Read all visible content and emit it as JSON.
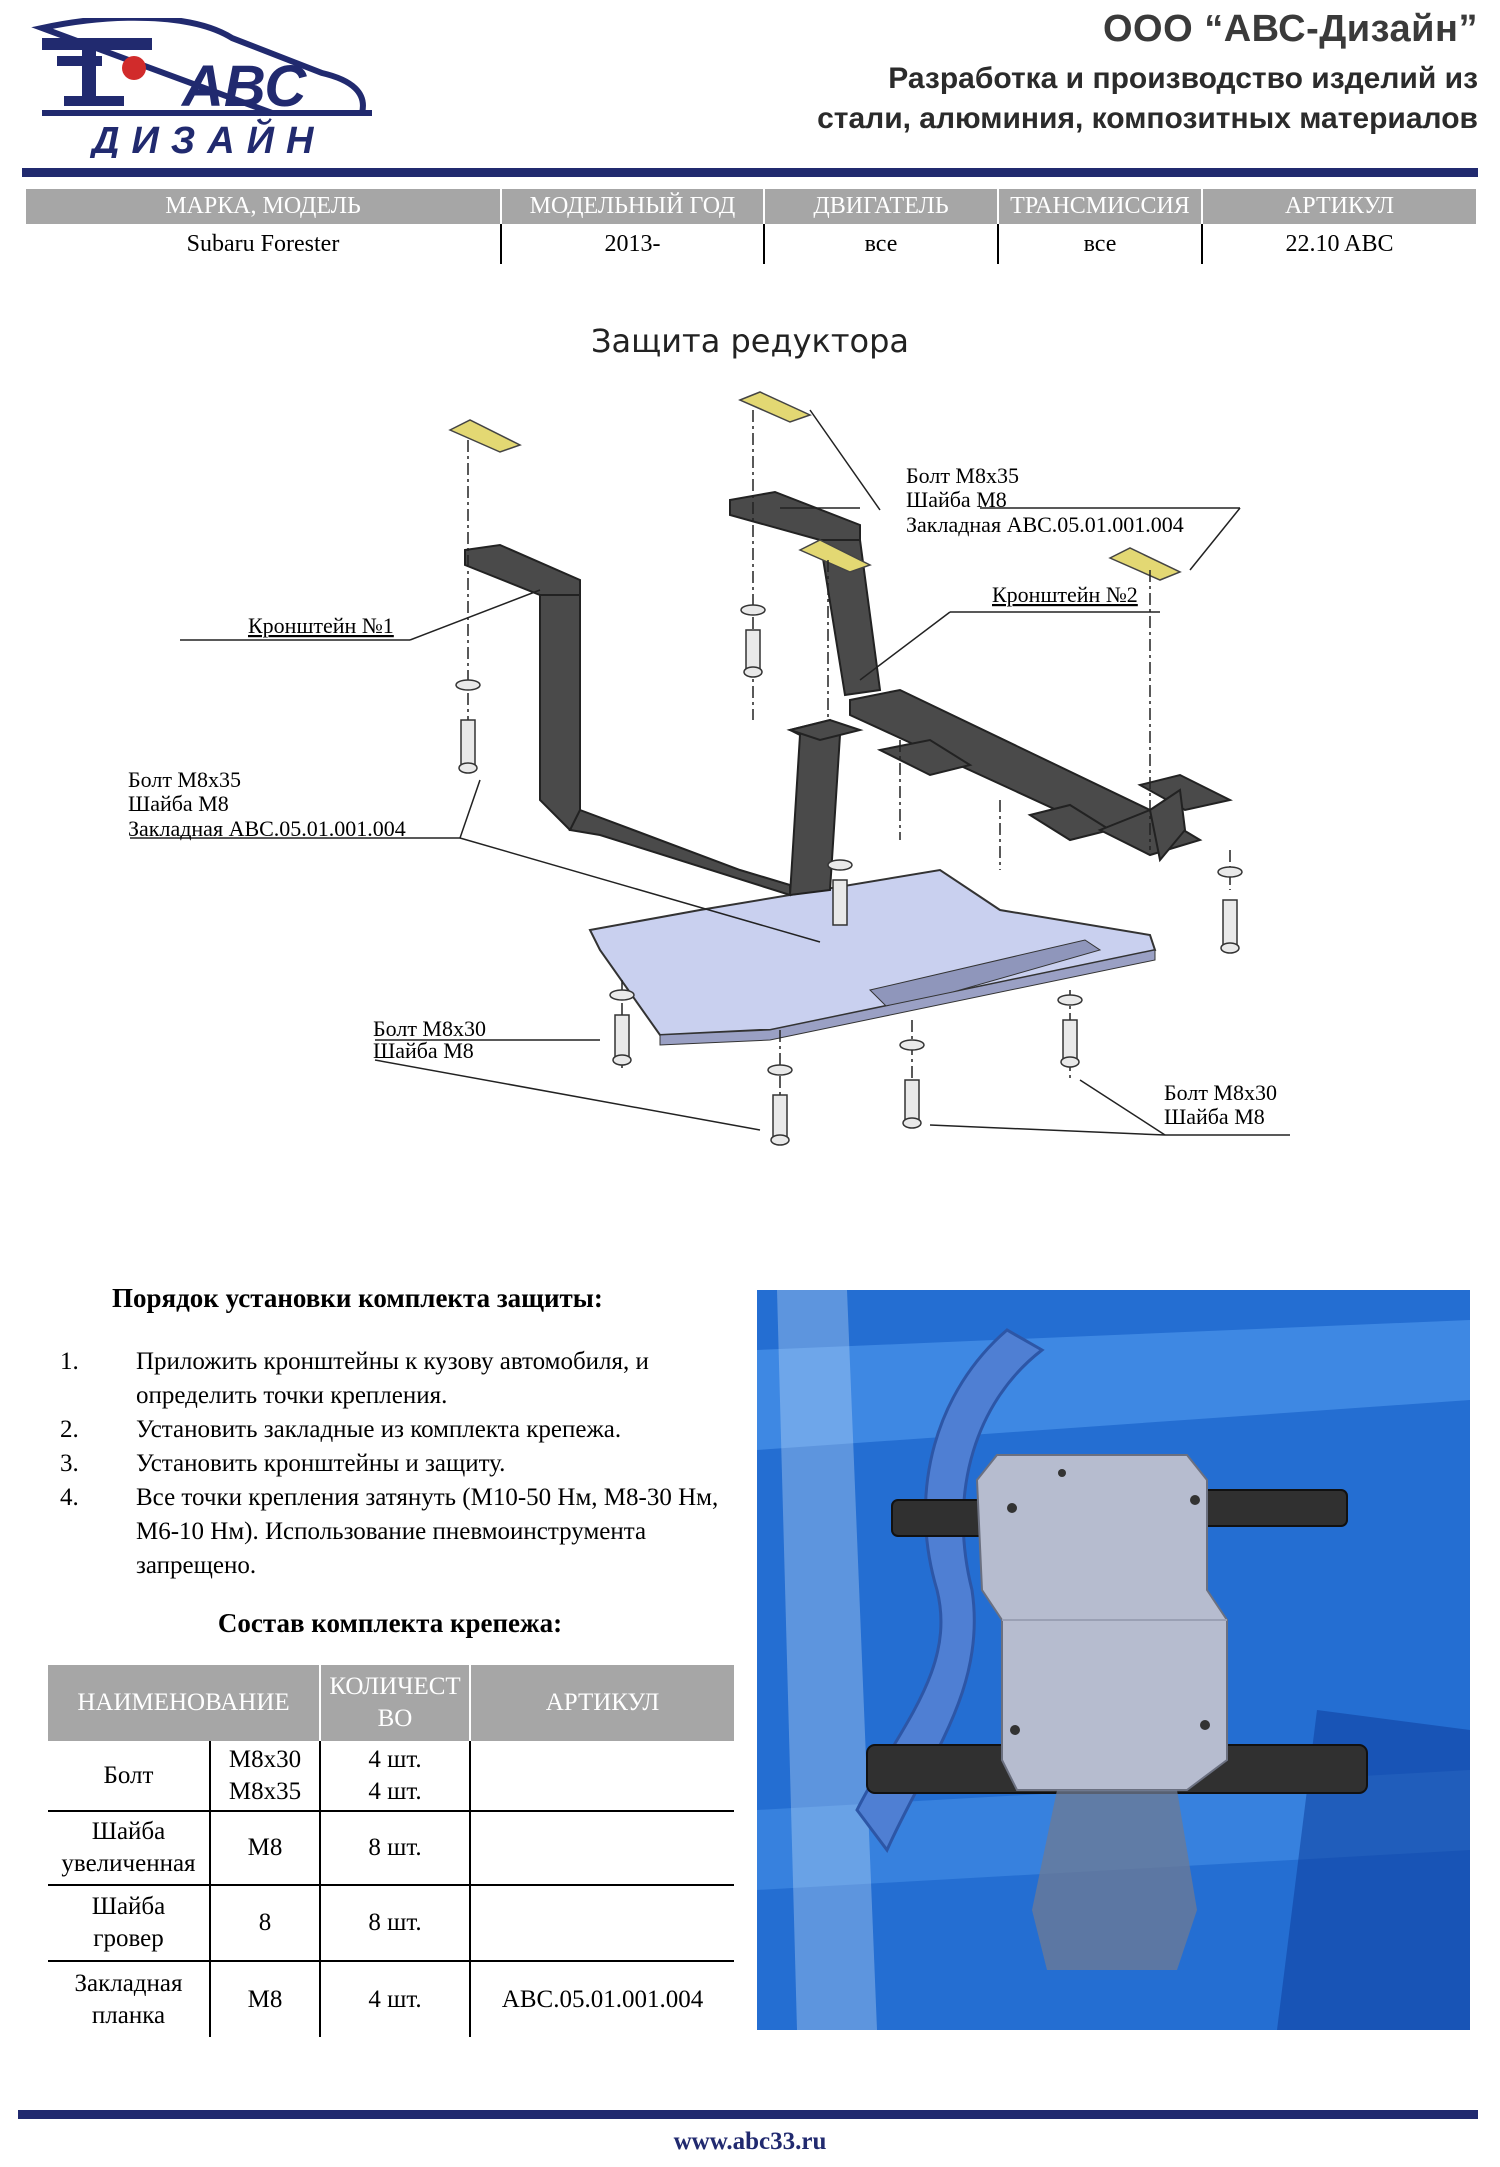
{
  "header": {
    "logo_text": "АВС",
    "logo_sub": "ДИЗАЙН",
    "company_name": "ООО “АВС-Дизайн”",
    "tagline_1": "Разработка и производство изделий из",
    "tagline_2": "стали, алюминия, композитных материалов"
  },
  "info_table": {
    "headers": [
      "МАРКА, МОДЕЛЬ",
      "МОДЕЛЬНЫЙ ГОД",
      "ДВИГАТЕЛЬ",
      "ТРАНСМИССИЯ",
      "АРТИКУЛ"
    ],
    "row": [
      "Subaru Forester",
      "2013-",
      "все",
      "все",
      "22.10 ABC"
    ]
  },
  "diagram": {
    "title": "Защита редуктора",
    "label_bracket_1": "Кронштейн №1",
    "label_bracket_2": "Кронштейн №2",
    "callout_top": [
      "Болт М8х35",
      "Шайба М8",
      "Закладная АВС.05.01.001.004"
    ],
    "callout_left": [
      "Болт М8х35",
      "Шайба М8",
      "Закладная АВС.05.01.001.004"
    ],
    "callout_bottom_left": [
      "Болт М8х30",
      "Шайба М8"
    ],
    "callout_bottom_right": [
      "Болт М8х30",
      "Шайба М8"
    ]
  },
  "installation": {
    "title": "Порядок установки комплекта защиты:",
    "steps": [
      {
        "num": "1.",
        "text": "Приложить кронштейны к кузову автомобиля, и определить точки крепления."
      },
      {
        "num": "2.",
        "text": "Установить закладные из комплекта крепежа."
      },
      {
        "num": "3.",
        "text": "Установить кронштейны и защиту."
      },
      {
        "num": "4.",
        "text": "Все точки крепления затянуть (М10-50 Нм, М8-30 Нм,      М6-10 Нм). Использование пневмоинструмента запрещено."
      }
    ]
  },
  "kit": {
    "title": "Состав комплекта крепежа:",
    "headers": [
      "НАИМЕНОВАНИЕ",
      "КОЛИЧЕСТВО",
      "АРТИКУЛ"
    ],
    "header_qty_1": "КОЛИЧЕСТ",
    "header_qty_2": "ВО",
    "rows": [
      {
        "name": "Болт",
        "size": "М8х30",
        "size2": "М8х35",
        "qty": "4 шт.",
        "qty2": "4 шт.",
        "article": ""
      },
      {
        "name": "Шайба",
        "name2": "увеличенная",
        "size": "М8",
        "qty": "8 шт.",
        "article": ""
      },
      {
        "name": "Шайба",
        "name2": "гровер",
        "size": "8",
        "qty": "8 шт.",
        "article": ""
      },
      {
        "name": "Закладная",
        "name2": "планка",
        "size": "М8",
        "qty": "4 шт.",
        "article": "АВС.05.01.001.004"
      }
    ]
  },
  "footer": {
    "website": "www.abc33.ru"
  },
  "colors": {
    "brand_navy": "#212a6f",
    "header_gray": "#a6a6a6",
    "plate_blue": "#c9d0ef",
    "bracket_dark": "#4a4a4a",
    "washer_yellow": "#e3d873",
    "scan_blue": "#1f6fd8"
  }
}
